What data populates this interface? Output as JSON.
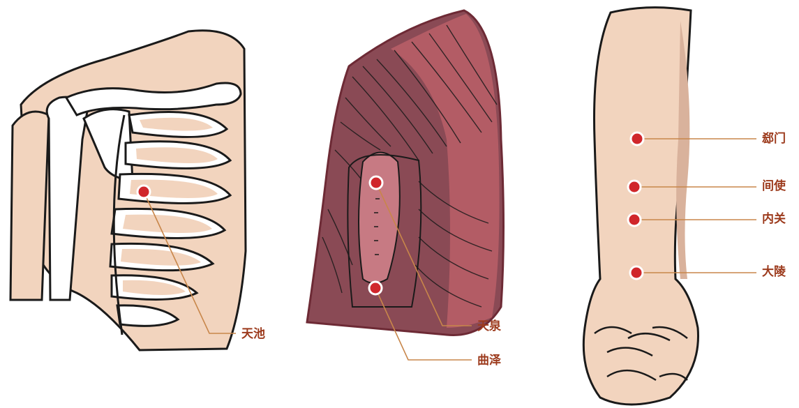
{
  "colors": {
    "leader_line": "#c8864a",
    "label_text": "#9c3a1c",
    "point_fill": "#d0262b",
    "point_ring": "#ffffff",
    "skin": "#f2d4be",
    "skin_shadow": "#d9b29c",
    "muscle_dark": "#8a4a55",
    "muscle_light": "#d77b83",
    "bone": "#ffffff",
    "outline": "#1a1a1a"
  },
  "panels": [
    {
      "name": "chest",
      "points": [
        {
          "id": "tianchi",
          "label": "天池"
        }
      ]
    },
    {
      "name": "upper-arm",
      "points": [
        {
          "id": "tianquan",
          "label": "天泉"
        },
        {
          "id": "quze",
          "label": "曲泽"
        }
      ]
    },
    {
      "name": "forearm",
      "points": [
        {
          "id": "ximen",
          "label": "郄门"
        },
        {
          "id": "jianshi",
          "label": "间使"
        },
        {
          "id": "neiguan",
          "label": "内关"
        },
        {
          "id": "daling",
          "label": "大陵"
        }
      ]
    }
  ]
}
